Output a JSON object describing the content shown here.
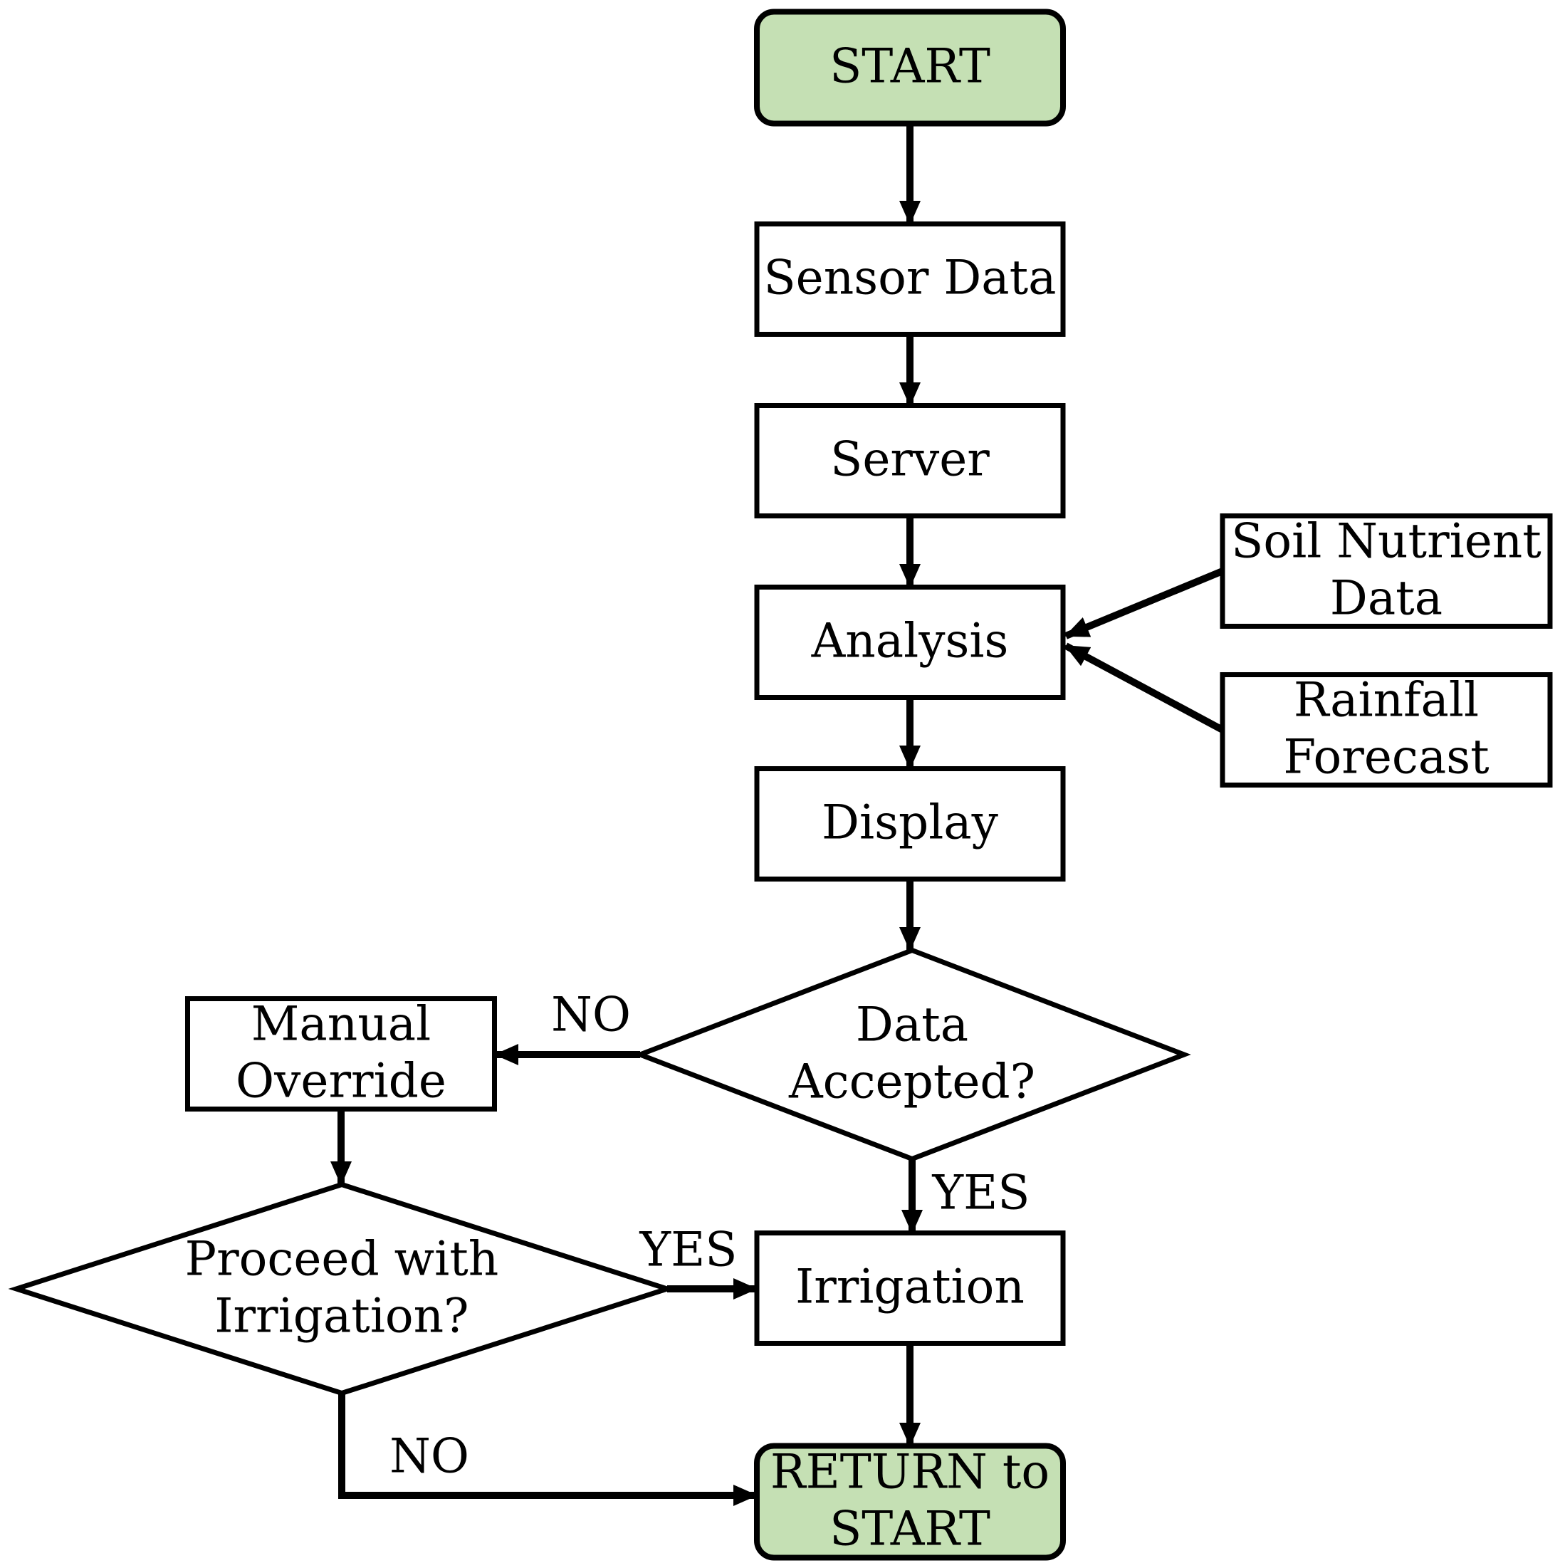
{
  "diagram": {
    "colors": {
      "terminal_fill": "#c5e0b4",
      "process_fill": "#ffffff",
      "stroke": "#000000"
    },
    "nodes": {
      "start": {
        "type": "terminal",
        "lines": [
          "START"
        ]
      },
      "sensor_data": {
        "type": "process",
        "lines": [
          "Sensor Data"
        ]
      },
      "server": {
        "type": "process",
        "lines": [
          "Server"
        ]
      },
      "analysis": {
        "type": "process",
        "lines": [
          "Analysis"
        ]
      },
      "soil_nutrient_data": {
        "type": "process",
        "lines": [
          "Soil Nutrient",
          "Data"
        ]
      },
      "rainfall_forecast": {
        "type": "process",
        "lines": [
          "Rainfall",
          "Forecast"
        ]
      },
      "display": {
        "type": "process",
        "lines": [
          "Display"
        ]
      },
      "data_accepted": {
        "type": "decision",
        "lines": [
          "Data",
          "Accepted?"
        ]
      },
      "manual_override": {
        "type": "process",
        "lines": [
          "Manual",
          "Override"
        ]
      },
      "proceed_with_irrigation": {
        "type": "decision",
        "lines": [
          "Proceed with",
          "Irrigation?"
        ]
      },
      "irrigation": {
        "type": "process",
        "lines": [
          "Irrigation"
        ]
      },
      "return_to_start": {
        "type": "terminal",
        "lines": [
          "RETURN to",
          "START"
        ]
      }
    },
    "edges": [
      {
        "from": "start",
        "to": "sensor_data",
        "label": ""
      },
      {
        "from": "sensor_data",
        "to": "server",
        "label": ""
      },
      {
        "from": "server",
        "to": "analysis",
        "label": ""
      },
      {
        "from": "soil_nutrient_data",
        "to": "analysis",
        "label": ""
      },
      {
        "from": "rainfall_forecast",
        "to": "analysis",
        "label": ""
      },
      {
        "from": "analysis",
        "to": "display",
        "label": ""
      },
      {
        "from": "display",
        "to": "data_accepted",
        "label": ""
      },
      {
        "from": "data_accepted",
        "to": "manual_override",
        "label": "NO"
      },
      {
        "from": "data_accepted",
        "to": "irrigation",
        "label": "YES"
      },
      {
        "from": "manual_override",
        "to": "proceed_with_irrigation",
        "label": ""
      },
      {
        "from": "proceed_with_irrigation",
        "to": "irrigation",
        "label": "YES"
      },
      {
        "from": "proceed_with_irrigation",
        "to": "return_to_start",
        "label": "NO"
      },
      {
        "from": "irrigation",
        "to": "return_to_start",
        "label": ""
      }
    ]
  }
}
